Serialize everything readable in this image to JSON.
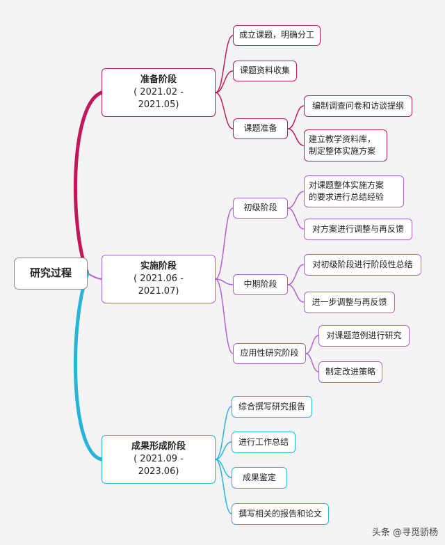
{
  "root": {
    "label": "研究过程"
  },
  "colors": {
    "stage1": "#c2185b",
    "stage2": "#b45fd1",
    "stage3": "#26b5d9"
  },
  "stages": [
    {
      "title": "准备阶段",
      "period": "( 2021.02 -",
      "period_end": "2021.05)",
      "children": [
        {
          "label": "成立课题，明确分工"
        },
        {
          "label": "课题资料收集"
        },
        {
          "label": "课题准备",
          "children": [
            {
              "label": "编制调查问卷和访谈提纲"
            },
            {
              "line1": "建立教学资料库，",
              "line2": "制定整体实施方案"
            }
          ]
        }
      ]
    },
    {
      "title": "实施阶段",
      "period": "( 2021.06 -",
      "period_end": "2021.07)",
      "children": [
        {
          "label": "初级阶段",
          "children": [
            {
              "line1": "对课题整体实施方案",
              "line2": "的要求进行总结经验"
            },
            {
              "label": "对方案进行调整与再反馈"
            }
          ]
        },
        {
          "label": "中期阶段",
          "children": [
            {
              "label": "对初级阶段进行阶段性总结"
            },
            {
              "label": "进一步调整与再反馈"
            }
          ]
        },
        {
          "label": "应用性研究阶段",
          "children": [
            {
              "label": "对课题范例进行研究"
            },
            {
              "label": "制定改进策略"
            }
          ]
        }
      ]
    },
    {
      "title": "成果形成阶段",
      "period": "( 2021.09 -",
      "period_end": "2023.06)",
      "children": [
        {
          "label": "综合撰写研究报告"
        },
        {
          "label": "进行工作总结"
        },
        {
          "label": "成果鉴定"
        },
        {
          "label": "撰写相关的报告和论文"
        }
      ]
    }
  ],
  "watermark": "头条 @寻觅骄杨"
}
